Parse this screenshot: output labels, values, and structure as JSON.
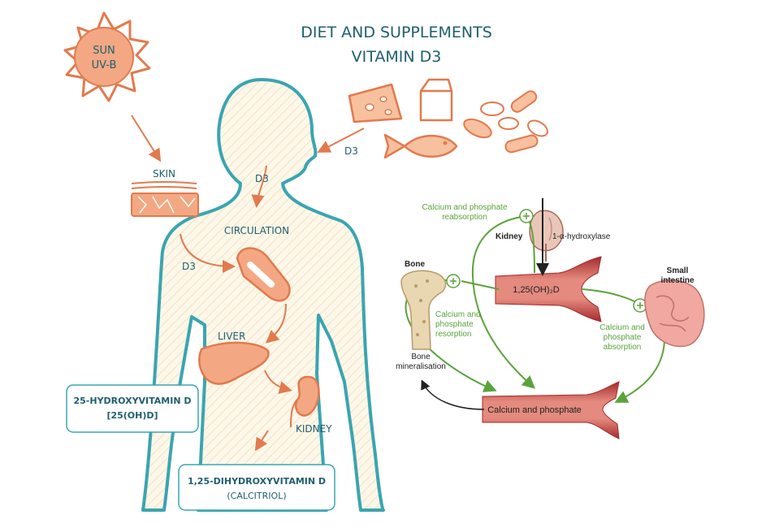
{
  "title": {
    "line1": "DIET AND SUPPLEMENTS",
    "line2": "VITAMIN D3"
  },
  "sun": {
    "line1": "SUN",
    "line2": "UV-B"
  },
  "labels": {
    "skin": "SKIN",
    "d3_mouth": "D3",
    "d3_throat": "D3",
    "circulation": "CIRCULATION",
    "d3_skin": "D3",
    "liver": "LIVER",
    "kidney_left": "KIDNEY"
  },
  "boxes": {
    "hydroxy_line1": "25-HYDROXYVITAMIN D",
    "hydroxy_line2": "[25(OH)D]",
    "dihydroxy_line1": "1,25-DIHYDROXYVITAMIN D",
    "dihydroxy_line2": "(CALCITRIOL)"
  },
  "right_panel": {
    "reabsorption_line1": "Calcium and phosphate",
    "reabsorption_line2": "reabsorption",
    "kidney": "Kidney",
    "hydroxylase": "1-α-hydroxylase",
    "bone": "Bone",
    "small_intestine_line1": "Small",
    "small_intestine_line2": "intestine",
    "calcitriol_vessel": "1,25(OH)₂D",
    "resorption_line1": "Calcium and",
    "resorption_line2": "phosphate",
    "resorption_line3": "resorption",
    "absorption_line1": "Calcium and",
    "absorption_line2": "phosphate",
    "absorption_line3": "absorption",
    "mineralisation_line1": "Bone",
    "mineralisation_line2": "mineralisation",
    "calcium_vessel": "Calcium and phosphate"
  },
  "colors": {
    "teal": "#1f5f6e",
    "body_outline": "#3aa5b0",
    "orange": "#e27a4e",
    "green": "#5aa33b",
    "vessel": "#c0393b"
  }
}
